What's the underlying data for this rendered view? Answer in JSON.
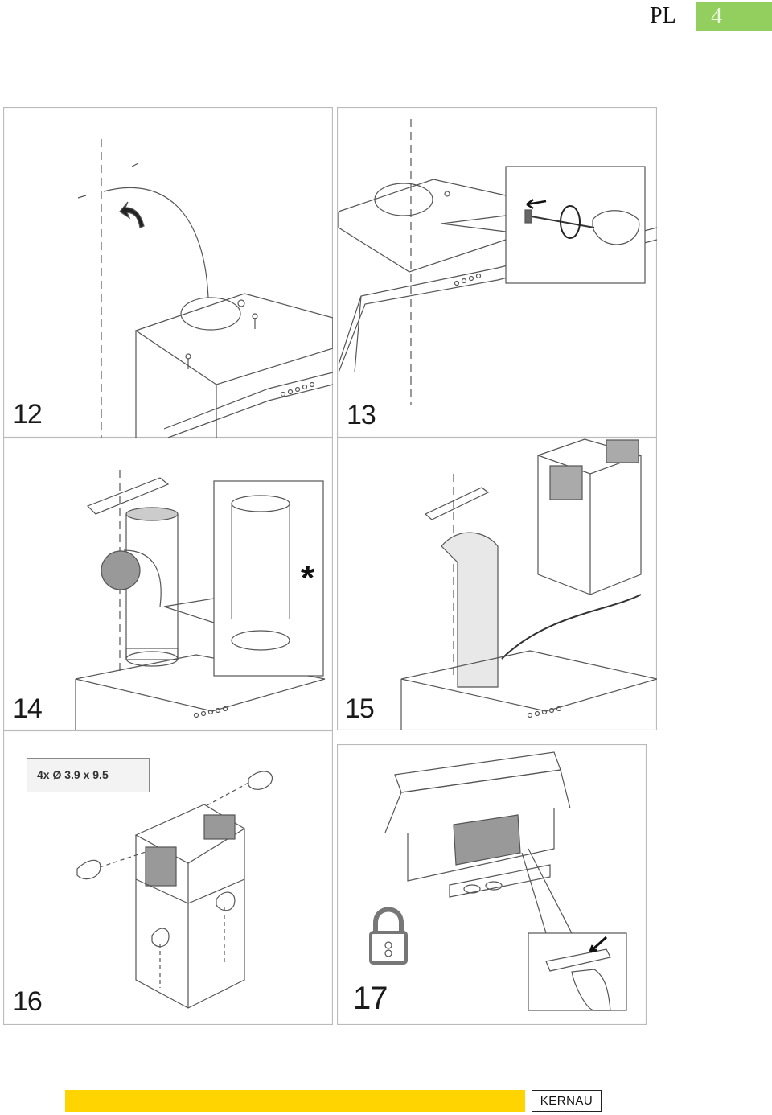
{
  "header": {
    "language": "PL",
    "page_number": "4"
  },
  "steps": [
    {
      "number": "12"
    },
    {
      "number": "13"
    },
    {
      "number": "14",
      "note": "*"
    },
    {
      "number": "15"
    },
    {
      "number": "16",
      "screw_spec": "4x Ø 3.9 x 9.5"
    },
    {
      "number": "17"
    }
  ],
  "footer": {
    "brand": "KERNAU",
    "accent_color": "#ffd400"
  },
  "colors": {
    "line": "#555555",
    "page_badge": "#92cf5e"
  },
  "icons": [
    "arrow-icon",
    "screwdriver-icon",
    "hand-icon",
    "padlock-icon",
    "rotate-icon"
  ]
}
